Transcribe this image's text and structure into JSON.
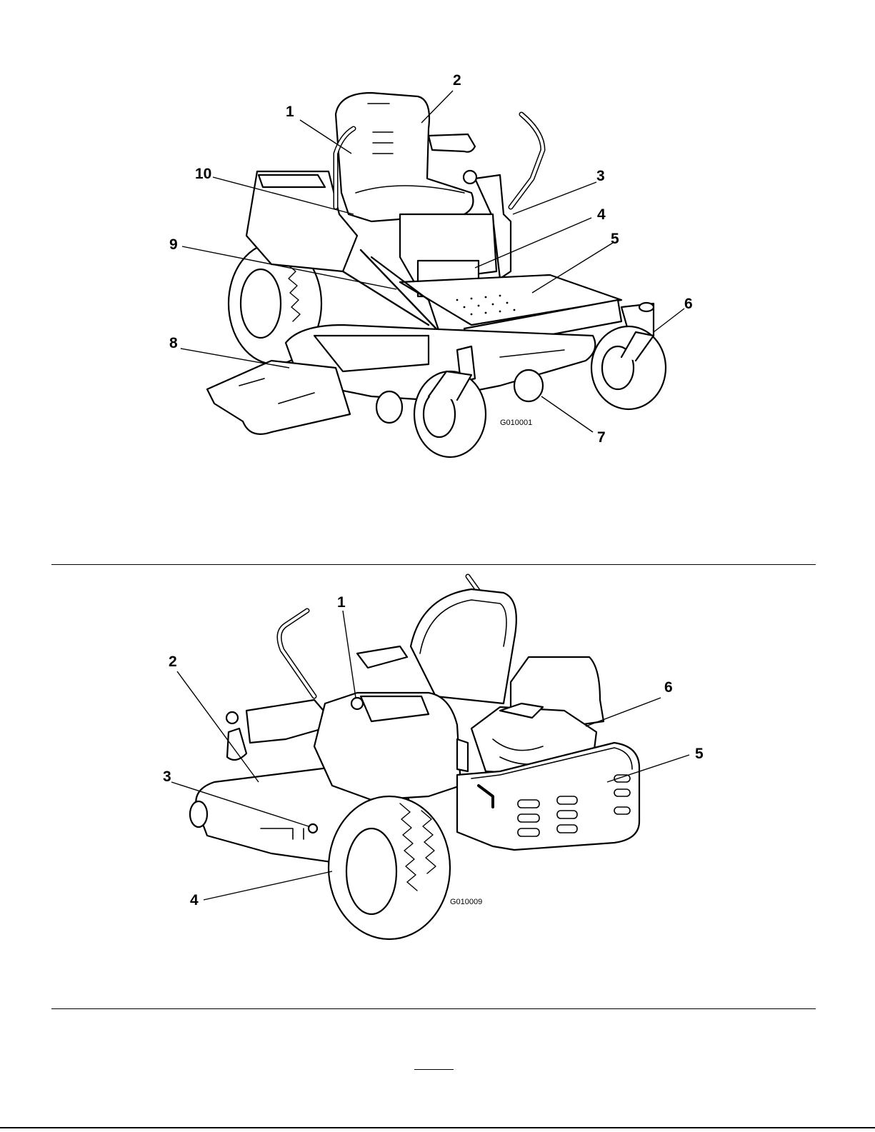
{
  "figures": [
    {
      "id_code": "G010001",
      "callouts": [
        "1",
        "2",
        "3",
        "4",
        "5",
        "6",
        "7",
        "8",
        "9",
        "10"
      ]
    },
    {
      "id_code": "G010009",
      "callouts": [
        "1",
        "2",
        "3",
        "4",
        "5",
        "6"
      ]
    }
  ]
}
